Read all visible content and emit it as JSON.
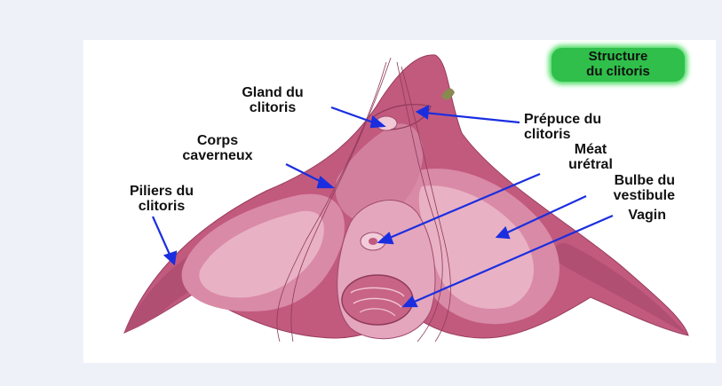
{
  "title": "Structure\ndu clitoris",
  "labels": {
    "gland": "Gland du\nclitoris",
    "corps": "Corps\ncaverneux",
    "piliers": "Piliers du\nclitoris",
    "prepuce": "Prépuce du\nclitoris",
    "meat": "Méat\nurétral",
    "bulbe": "Bulbe du\nvestibule",
    "vagin": "Vagin"
  },
  "colors": {
    "background": "#eef2f8",
    "panel": "#ffffff",
    "title_badge": "#2fbf4a",
    "arrow": "#1a2ee0",
    "tissue_dark": "#c25a7e",
    "tissue_mid": "#d98aa6",
    "tissue_light": "#ecc0d0"
  }
}
